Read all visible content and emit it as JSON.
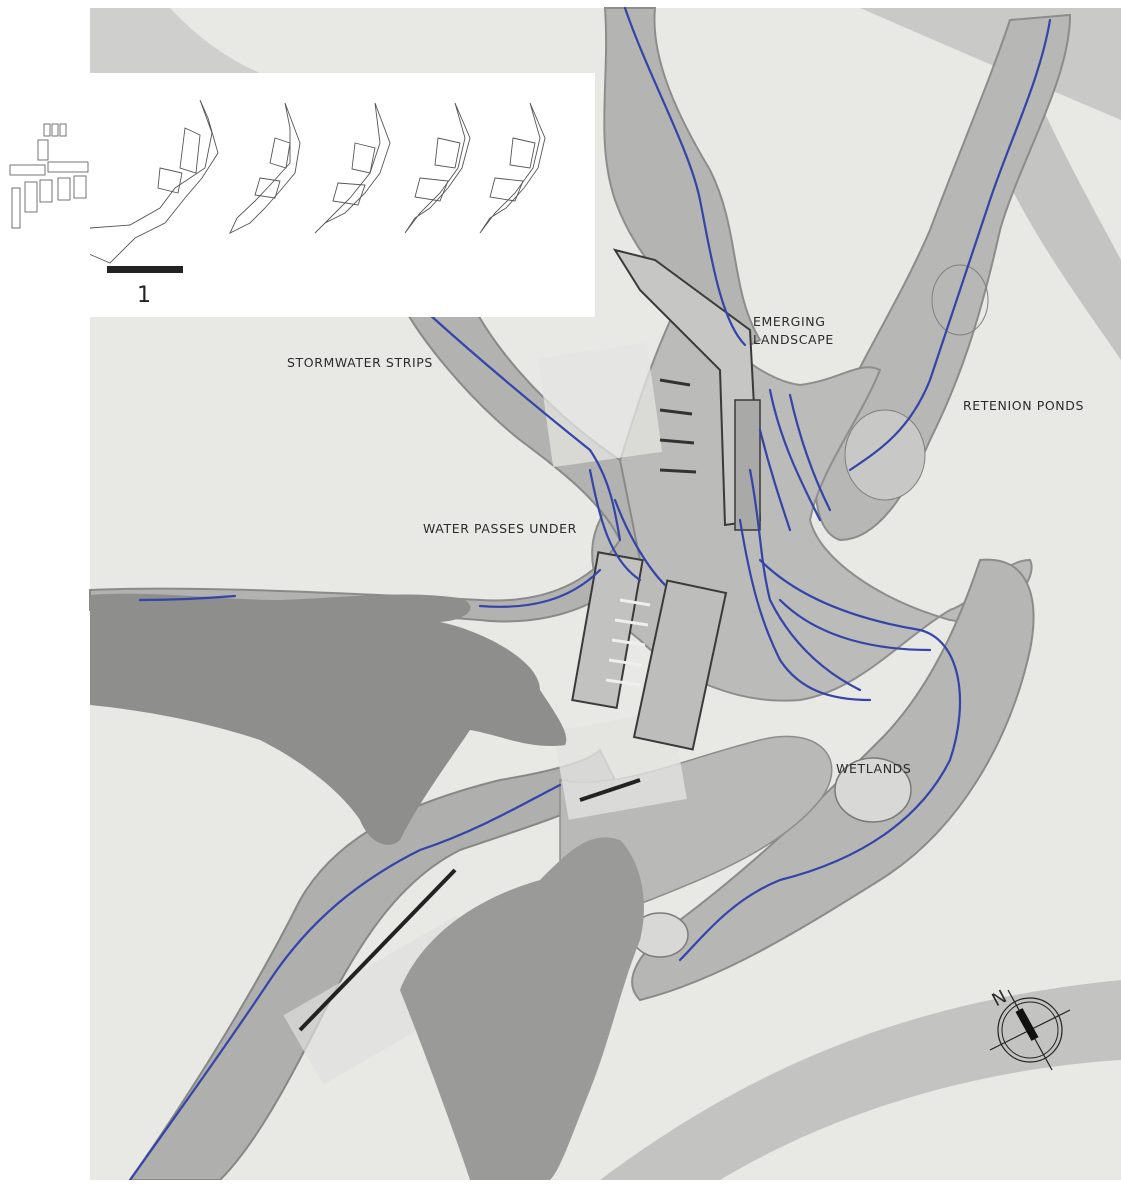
{
  "labels": {
    "stormwater": "STORMWATER STRIPS",
    "emerging": "EMERGING\nLANDSCAPE",
    "retention": "RETENION PONDS",
    "water_under": "WATER PASSES UNDER",
    "wetlands": "WETLANDS"
  },
  "scale_label": "1",
  "compass_label": "N",
  "colors": {
    "paper": "#e9e9e6",
    "cardboard": "#b9b9b7",
    "cardboard_dark": "#9c9c9a",
    "water": "#3848a8",
    "skin": "#9a9a9a"
  }
}
